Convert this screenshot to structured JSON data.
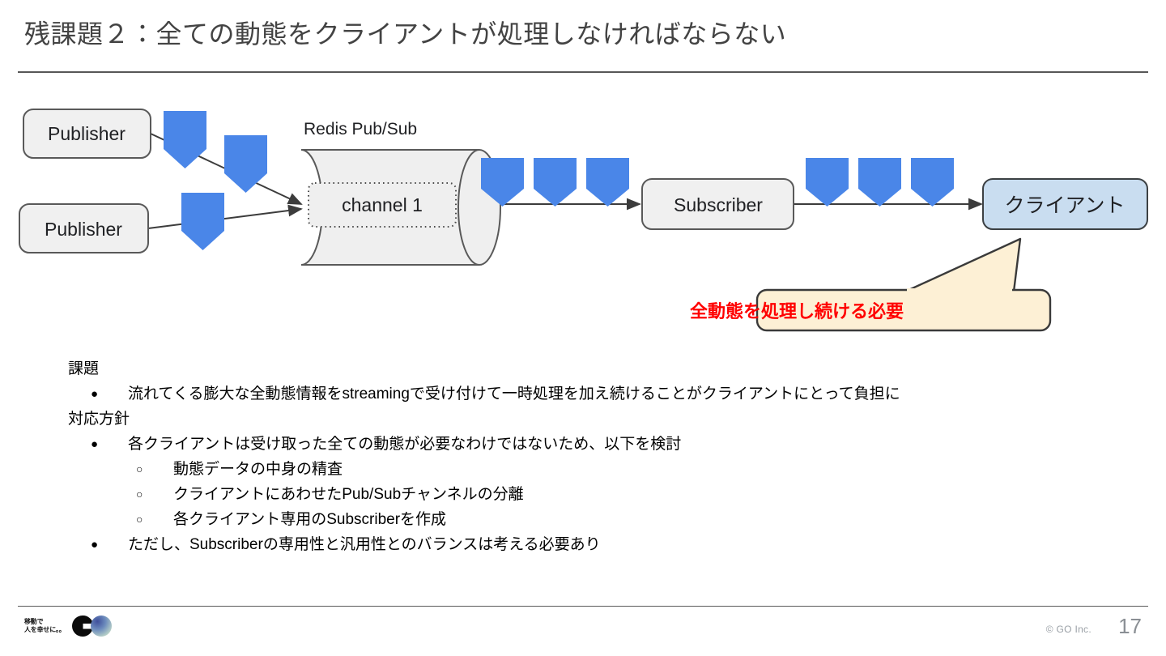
{
  "slide": {
    "title": "残課題２：全ての動態をクライアントが処理しなければならない",
    "page_number": "17",
    "copyright": "© GO Inc.",
    "logo_tagline": "移動で\n人を幸せに。。",
    "logo_letter": "G"
  },
  "diagram": {
    "publisher_top": "Publisher",
    "publisher_bottom": "Publisher",
    "datastore_label": "Redis Pub/Sub",
    "channel_label": "channel 1",
    "subscriber": "Subscriber",
    "client": "クライアント",
    "callout": "全動態を処理し続ける必要",
    "colors": {
      "message_blue": "#4a86e8",
      "node_gray_fill": "#f0f0f0",
      "node_stroke": "#595959",
      "client_fill": "#c9ddf0",
      "callout_fill": "#fdf0d5",
      "callout_stroke": "#3a3a3a",
      "callout_text": "#ff0000",
      "arrow": "#3c3c3c"
    }
  },
  "content": {
    "blocks": [
      {
        "level": 0,
        "marker": "",
        "text": "課題"
      },
      {
        "level": 1,
        "marker": "●",
        "text": "流れてくる膨大な全動態情報をstreamingで受け付けて一時処理を加え続けることがクライアントにとって負担に"
      },
      {
        "level": 0,
        "marker": "",
        "text": "対応方針"
      },
      {
        "level": 1,
        "marker": "●",
        "text": "各クライアントは受け取った全ての動態が必要なわけではないため、以下を検討"
      },
      {
        "level": 2,
        "marker": "○",
        "text": "動態データの中身の精査"
      },
      {
        "level": 2,
        "marker": "○",
        "text": "クライアントにあわせたPub/Subチャンネルの分離"
      },
      {
        "level": 2,
        "marker": "○",
        "text": "各クライアント専用のSubscriberを作成"
      },
      {
        "level": 1,
        "marker": "●",
        "text": "ただし、Subscriberの専用性と汎用性とのバランスは考える必要あり"
      }
    ]
  }
}
